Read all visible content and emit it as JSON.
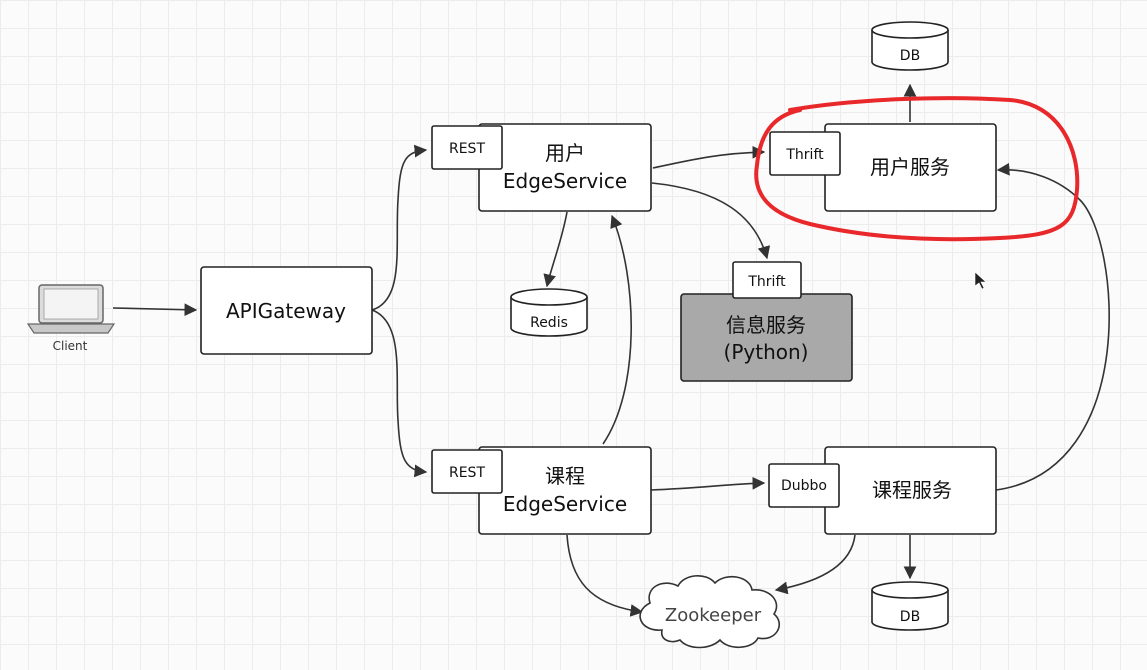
{
  "nodes": {
    "client": "Client",
    "api_gateway": "APIGateway",
    "user_edge": {
      "line1": "用户",
      "line2": "EdgeService",
      "tag": "REST"
    },
    "course_edge": {
      "line1": "课程",
      "line2": "EdgeService",
      "tag": "REST"
    },
    "user_service": {
      "label": "用户服务",
      "tag": "Thrift"
    },
    "info_service": {
      "line1": "信息服务",
      "line2": "(Python)",
      "tag": "Thrift"
    },
    "course_service": {
      "label": "课程服务",
      "tag": "Dubbo"
    },
    "redis": "Redis",
    "db_top": "DB",
    "db_bottom": "DB",
    "zookeeper": "Zookeeper"
  },
  "colors": {
    "highlight": "#e8282b",
    "info_service_fill": "#a9a9a9",
    "box_stroke": "#222222"
  }
}
